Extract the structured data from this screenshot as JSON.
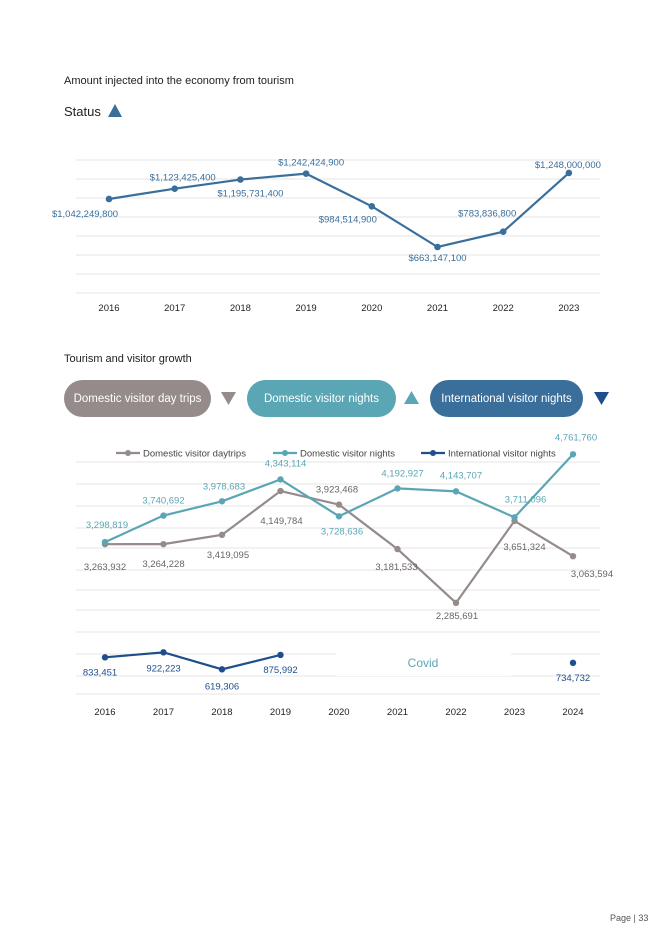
{
  "section1": {
    "heading": "Amount injected into the economy from tourism",
    "status_label": "Status"
  },
  "section2": {
    "heading": "Tourism and visitor growth"
  },
  "pills": [
    {
      "label": "Domestic visitor day trips",
      "trend": "down"
    },
    {
      "label": "Domestic visitor nights",
      "trend": "up"
    },
    {
      "label": "International visitor nights",
      "trend": "down"
    }
  ],
  "colors": {
    "economy": "#3a6e9b",
    "daytrips": "#958b8b",
    "nights": "#5aa6b4",
    "intl": "#1f4e8c",
    "grid": "#e6e6e6"
  },
  "page": {
    "label": "Page | 33"
  },
  "chart_data": [
    {
      "type": "line",
      "categories": [
        "2016",
        "2017",
        "2018",
        "2019",
        "2020",
        "2021",
        "2022",
        "2023"
      ],
      "series": [
        {
          "values": [
            1042249800,
            1123425400,
            1195731400,
            1242424900,
            984514900,
            663147100,
            783836800,
            1248000000
          ],
          "labels": [
            "$1,042,249,800",
            "$1,123,425,400",
            "$1,195,731,400",
            "$1,242,424,900",
            "$984,514,900",
            "$663,147,100",
            "$783,836,800",
            "$1,248,000,000"
          ]
        }
      ],
      "grid": true
    },
    {
      "type": "line",
      "categories": [
        "2016",
        "2017",
        "2018",
        "2019",
        "2020",
        "2021",
        "2022",
        "2023",
        "2024"
      ],
      "legend": [
        "Domestic visitor daytrips",
        "Domestic visitor nights",
        "International visitor nights"
      ],
      "legend_position": "top",
      "annotation": "Covid",
      "grid": true,
      "series": [
        {
          "name": "Domestic visitor daytrips",
          "values": [
            3263932,
            3264228,
            3419095,
            4149784,
            3923468,
            3181533,
            2285691,
            3651324,
            3063594
          ],
          "labels": [
            "3,263,932",
            "3,264,228",
            "3,419,095",
            "4,149,784",
            "3,923,468",
            "3,181,533",
            "2,285,691",
            "3,651,324",
            "3,063,594"
          ]
        },
        {
          "name": "Domestic visitor nights",
          "values": [
            3298819,
            3740692,
            3978683,
            4343114,
            3728636,
            4192927,
            4143707,
            3711096,
            4761760
          ],
          "labels": [
            "3,298,819",
            "3,740,692",
            "3,978,683",
            "4,343,114",
            "3,728,636",
            "4,192,927",
            "4,143,707",
            "3,711,096",
            "4,761,760"
          ]
        },
        {
          "name": "International visitor nights",
          "values": [
            833451,
            922223,
            619306,
            875992,
            null,
            null,
            null,
            null,
            734732
          ],
          "labels": [
            "833,451",
            "922,223",
            "619,306",
            "875,992",
            "",
            "",
            "",
            "",
            "734,732"
          ]
        }
      ]
    }
  ]
}
